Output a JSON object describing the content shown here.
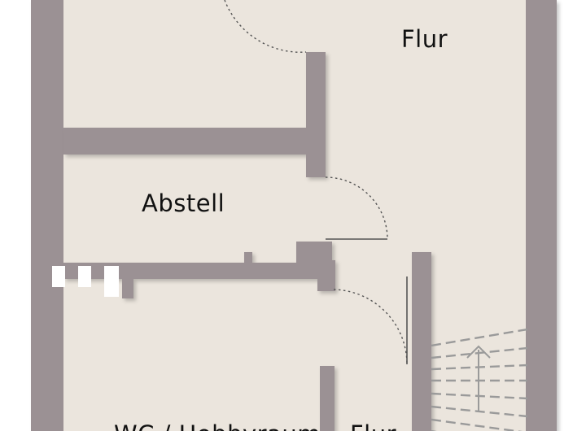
{
  "colors": {
    "wall": "#9b9194",
    "floor": "#ebe5dd",
    "background": "#ffffff",
    "shadow": "#b9b3b4",
    "label": "#111111",
    "door_swing": "#555555",
    "stair_line": "#9a9a9a"
  },
  "rooms": {
    "flur": {
      "label": "Flur"
    },
    "abstell": {
      "label": "Abstell"
    },
    "bottom_left": {
      "label": "WC / Hobbyraum"
    },
    "bottom_right": {
      "label": "Flur"
    }
  }
}
